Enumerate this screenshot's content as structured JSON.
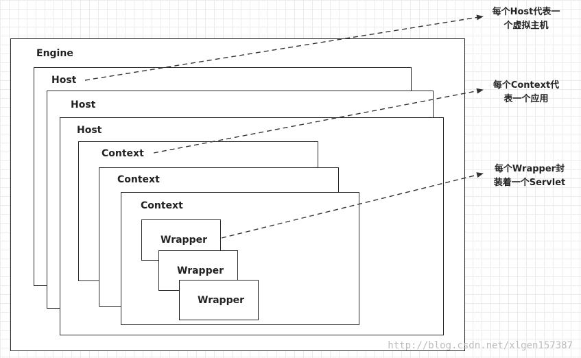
{
  "engine": {
    "label": "Engine"
  },
  "hosts": [
    {
      "label": "Host"
    },
    {
      "label": "Host"
    },
    {
      "label": "Host"
    }
  ],
  "contexts": [
    {
      "label": "Context"
    },
    {
      "label": "Context"
    },
    {
      "label": "Context"
    }
  ],
  "wrappers": [
    {
      "label": "Wrapper"
    },
    {
      "label": "Wrapper"
    },
    {
      "label": "Wrapper"
    }
  ],
  "annotations": {
    "host": {
      "line1": "每个Host代表一",
      "line2": "个虚拟主机"
    },
    "context": {
      "line1": "每个Context代",
      "line2": "表一个应用"
    },
    "wrapper": {
      "line1": "每个Wrapper封",
      "line2": "装着一个Servlet"
    }
  },
  "watermark": "http://blog.csdn.net/xlgen157387"
}
